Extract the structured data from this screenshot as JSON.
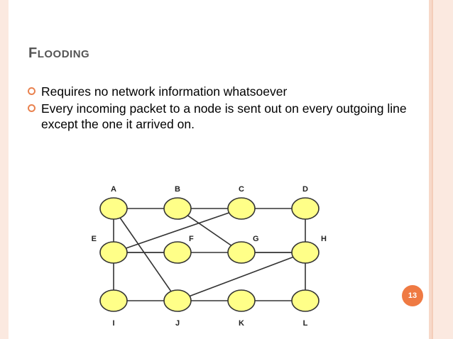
{
  "slide": {
    "title_first": "F",
    "title_rest": "LOODING",
    "bullets": [
      "Requires no network information whatsoever",
      "Every incoming packet to a node is sent out on every outgoing line except the one it arrived on."
    ],
    "page_number": "13"
  },
  "colors": {
    "accent": "#ef7a43",
    "node_fill": "#ffff88",
    "band": "#fbe9e0"
  },
  "graph": {
    "nodes": [
      "A",
      "B",
      "C",
      "D",
      "E",
      "F",
      "G",
      "H",
      "I",
      "J",
      "K",
      "L"
    ],
    "edges": [
      [
        "A",
        "B"
      ],
      [
        "B",
        "C"
      ],
      [
        "C",
        "D"
      ],
      [
        "A",
        "E"
      ],
      [
        "A",
        "J"
      ],
      [
        "B",
        "G"
      ],
      [
        "E",
        "C"
      ],
      [
        "E",
        "F"
      ],
      [
        "E",
        "I"
      ],
      [
        "D",
        "H"
      ],
      [
        "G",
        "H"
      ],
      [
        "H",
        "E"
      ],
      [
        "H",
        "J"
      ],
      [
        "H",
        "L"
      ],
      [
        "I",
        "J"
      ],
      [
        "J",
        "K"
      ],
      [
        "K",
        "L"
      ]
    ]
  }
}
